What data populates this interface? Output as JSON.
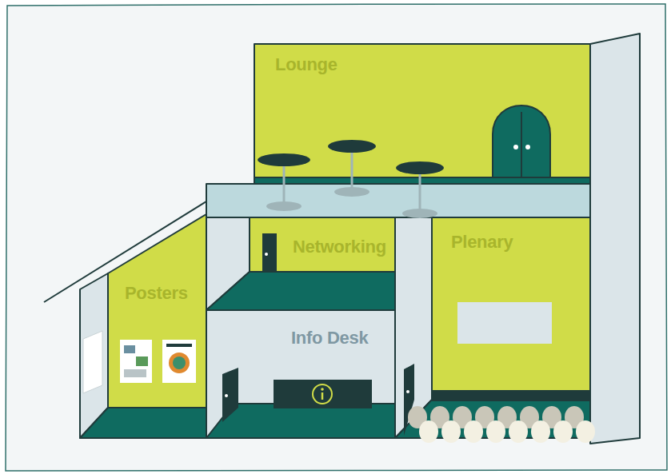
{
  "diagram": {
    "nodes": [
      {
        "text": [
          "Lounge"
        ]
      },
      {
        "text": [
          "Networking"
        ]
      },
      {
        "text": [
          "Plenary"
        ]
      },
      {
        "text": [
          "Posters"
        ]
      },
      {
        "text": [
          "Info Desk"
        ]
      }
    ]
  }
}
